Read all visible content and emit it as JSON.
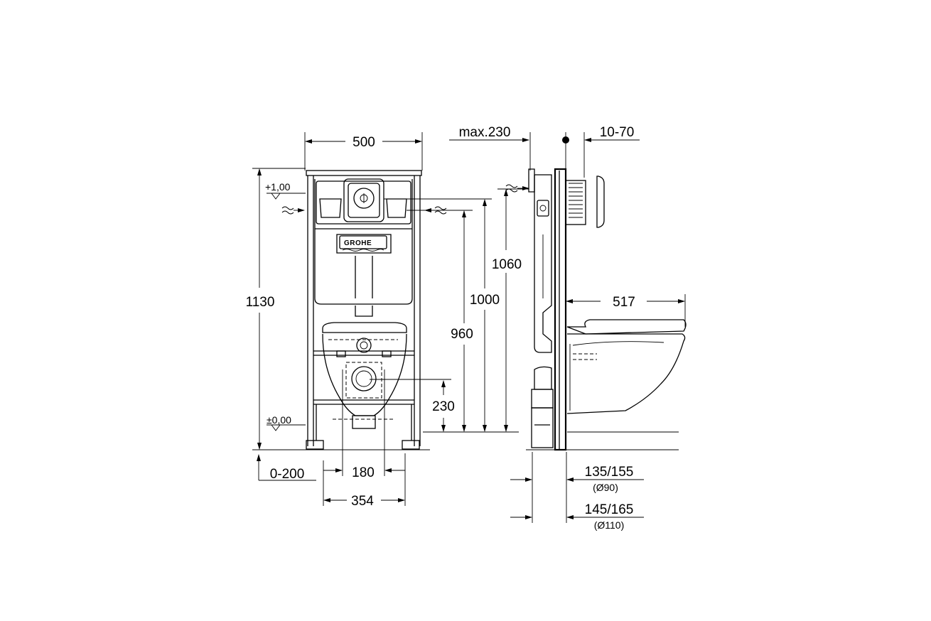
{
  "brand": {
    "logo_text": "GROHE"
  },
  "front_view": {
    "dims": {
      "width": "500",
      "height_total": "1130",
      "level_top": "+1,00",
      "level_zero": "±0,00",
      "flush_height": "1000",
      "inlet_height": "960",
      "outlet_height": "230",
      "floor_adjust": "0-200",
      "bolt_spacing": "180",
      "leg_spacing": "354"
    }
  },
  "side_view": {
    "dims": {
      "plate_offset": "max.230",
      "plate_depth": "10-70",
      "frame_height": "1060",
      "bowl_projection": "517",
      "outlet_a": "135/155",
      "outlet_a_pipe": "(Ø90)",
      "outlet_b": "145/165",
      "outlet_b_pipe": "(Ø110)"
    }
  }
}
